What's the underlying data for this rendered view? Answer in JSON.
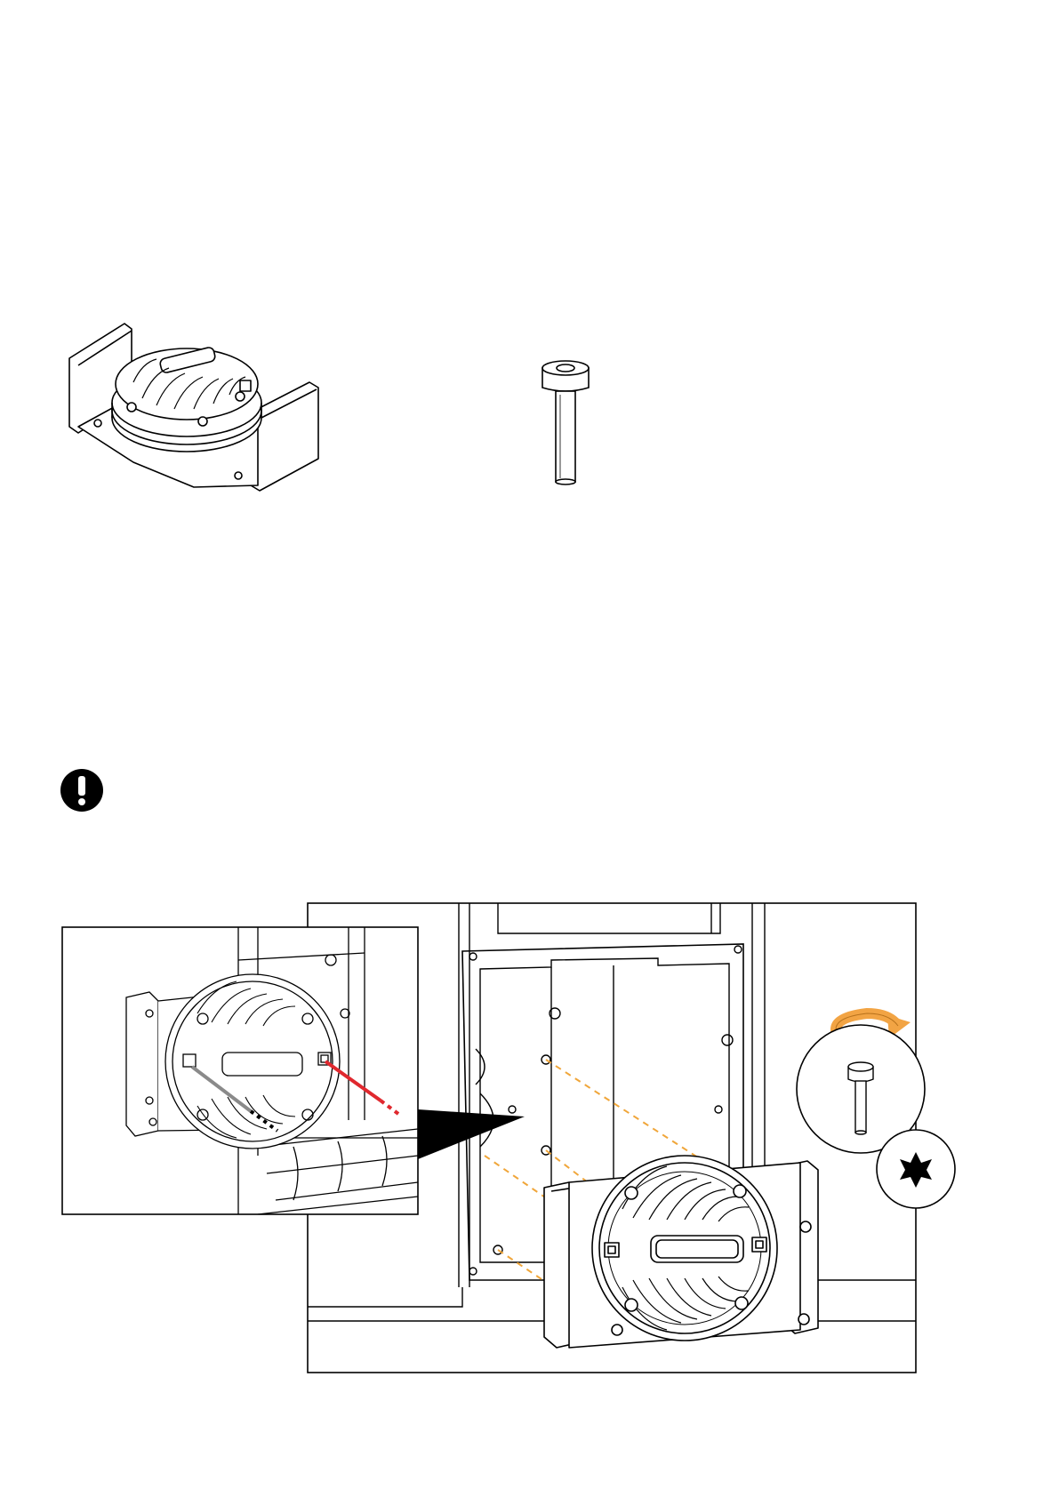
{
  "page": {
    "background": "#ffffff",
    "line_color": "#000000"
  },
  "parts": {
    "driver_icon": "compression-driver-with-bracket",
    "screw_icon": "torx-cap-screw"
  },
  "notice": {
    "icon": "exclamation-circle-icon"
  },
  "assembly": {
    "detail_callout_icon": "magnifier-callout",
    "guide_line_color": "#f0a63a",
    "rotate_arrow_color": "#f2a444",
    "connector_red": "#e0282e",
    "connector_grey": "#8a8a8a",
    "tool_icon": "torx-star-icon"
  }
}
